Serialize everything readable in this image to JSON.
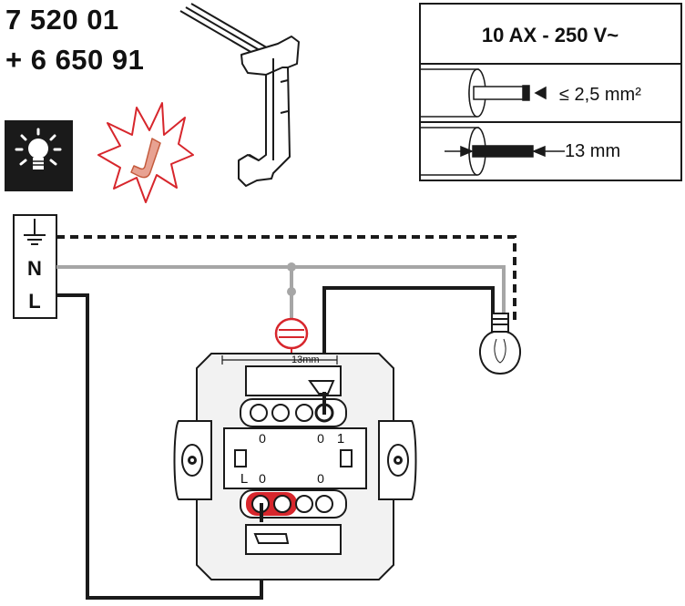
{
  "header": {
    "part_numbers": [
      "7 520 01",
      "+ 6 650 91"
    ]
  },
  "spec_table": {
    "rating": "10 AX - 250 V~",
    "wire_section": "≤ 2,5 mm²",
    "strip_length": "13 mm"
  },
  "supply_block": {
    "terminals": [
      "N",
      "L"
    ]
  },
  "device": {
    "strip_gauge_label": "13mm",
    "contact_labels": {
      "top_left": "0",
      "top_right": "0",
      "output": "1",
      "input": "L",
      "bottom_left": "0",
      "bottom_right": "0"
    }
  },
  "colors": {
    "line": "#000000",
    "neutral": "#a6a6a6",
    "accent_red": "#d7262c",
    "icon_dark": "#1a1a1a",
    "plate": "#f2f2f2"
  }
}
